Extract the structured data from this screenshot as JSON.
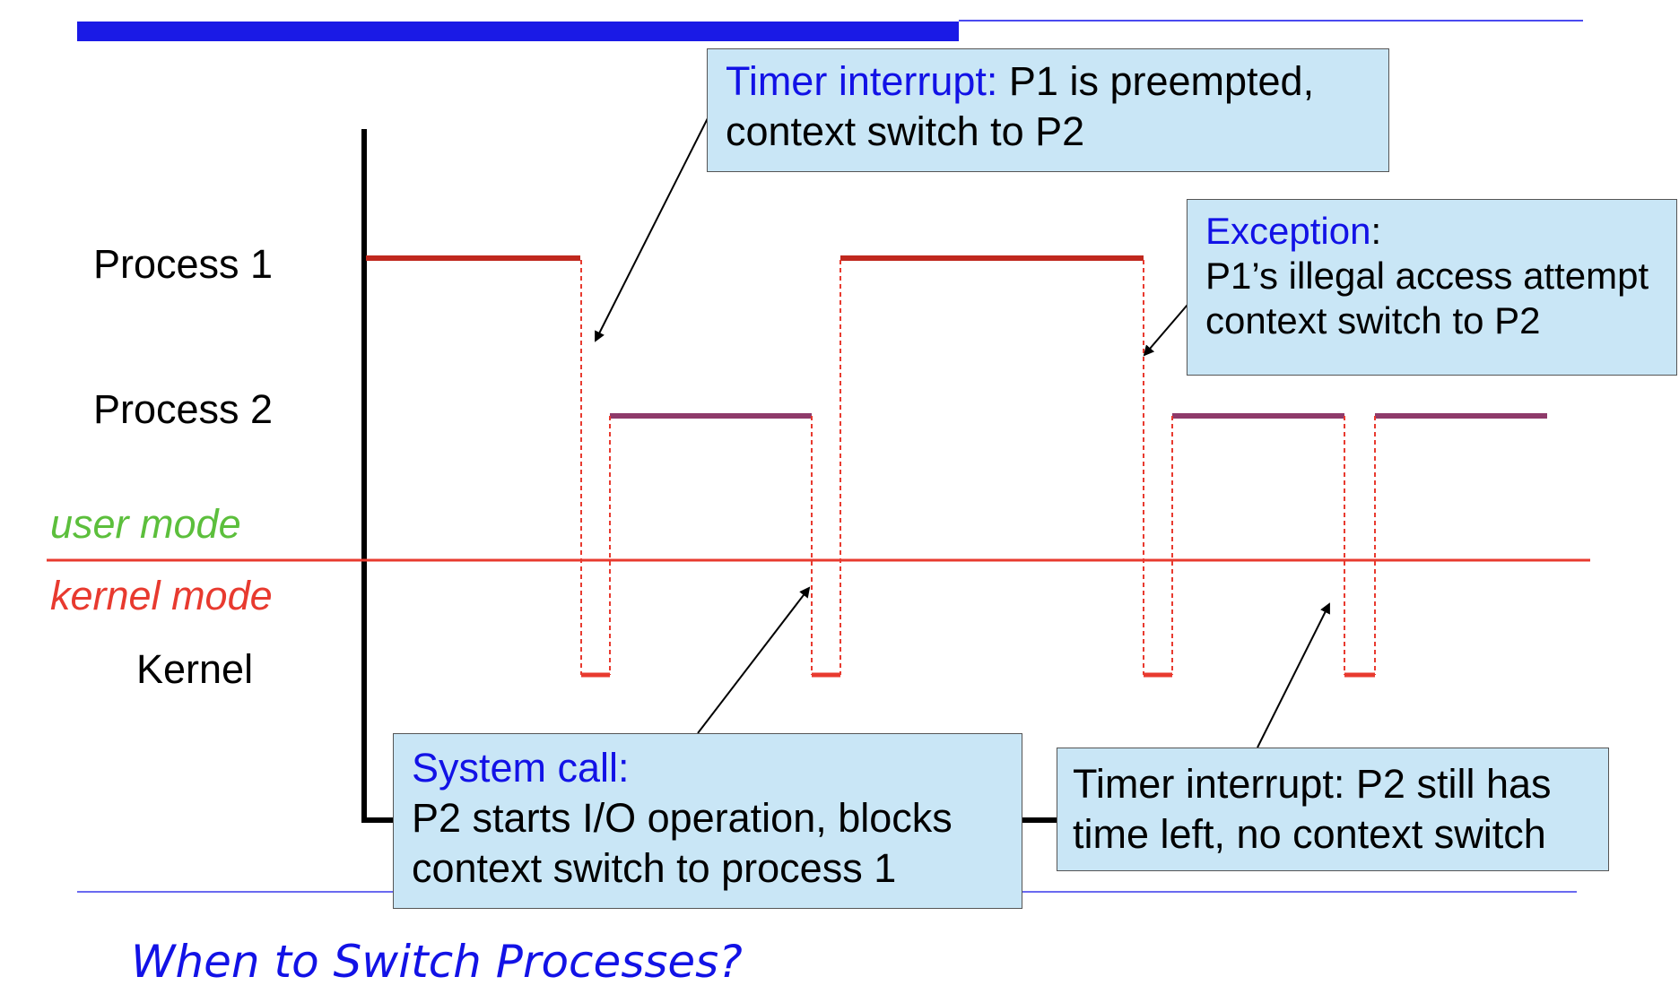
{
  "labels": {
    "process_1": "Process 1",
    "process_2": "Process 2",
    "user_mode": "user mode",
    "kernel_mode": "kernel mode",
    "kernel": "Kernel"
  },
  "callouts": {
    "timer_preempt": {
      "heading": "Timer interrupt:",
      "line1_rest": " P1 is preempted,",
      "line2": "context switch to P2"
    },
    "exception": {
      "heading": "Exception",
      "heading_suffix": ":",
      "line2": "P1’s illegal access attempt",
      "line3": "context switch to P2"
    },
    "system_call": {
      "heading": "System call:",
      "line2": "P2 starts I/O operation, blocks",
      "line3": "context switch to process 1"
    },
    "timer_no_switch": {
      "line1": "Timer interrupt: P2 still has",
      "line2": "time left, no context switch"
    }
  },
  "footer_title": "When to Switch Processes?",
  "colors": {
    "accent_blue": "#1212e6",
    "user_mode_green": "#5cbf3c",
    "kernel_mode_red": "#e83a2f",
    "process1_line": "#c0281e",
    "process2_line": "#8e3a6a",
    "callout_fill": "#c9e6f6"
  }
}
